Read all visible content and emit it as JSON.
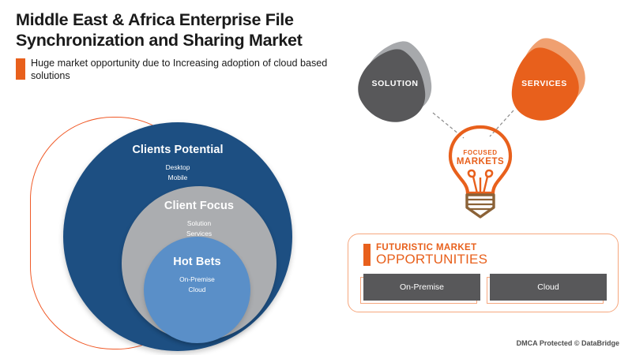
{
  "header": {
    "title": "Middle East & Africa Enterprise File Synchronization and Sharing Market",
    "subtitle": "Huge market opportunity due to Increasing adoption of cloud based solutions",
    "accent_color": "#e8601c"
  },
  "circles": {
    "outer": {
      "label": "Clients Potential",
      "sub": "Desktop\nMobile",
      "color": "#1d4f82"
    },
    "middle": {
      "label": "Client Focus",
      "sub": "Solution\nServices",
      "color": "#abadb0"
    },
    "inner": {
      "label": "Hot Bets",
      "sub": "On-Premise\nCloud",
      "color": "#5a8fc8"
    },
    "frame_color": "#f05a28"
  },
  "focus": {
    "solution": {
      "label": "SOLUTION",
      "color": "#58585a",
      "shadow_color": "#a7a9ac"
    },
    "services": {
      "label": "SERVICES",
      "color": "#e8601c",
      "shadow_color": "#f0a070"
    },
    "bulb": {
      "line1": "FOCUSED",
      "line2": "MARKETS",
      "glass_color": "#e8601c",
      "base_color": "#8b6237"
    }
  },
  "opportunities": {
    "title_line1": "FUTURISTIC MARKET",
    "title_line2": "OPPORTUNITIES",
    "accent_color": "#e8601c",
    "frame_color": "#f6a77e",
    "boxes": [
      {
        "label": "On-Premise"
      },
      {
        "label": "Cloud"
      }
    ]
  },
  "footer": {
    "text": "DMCA Protected © DataBridge"
  }
}
